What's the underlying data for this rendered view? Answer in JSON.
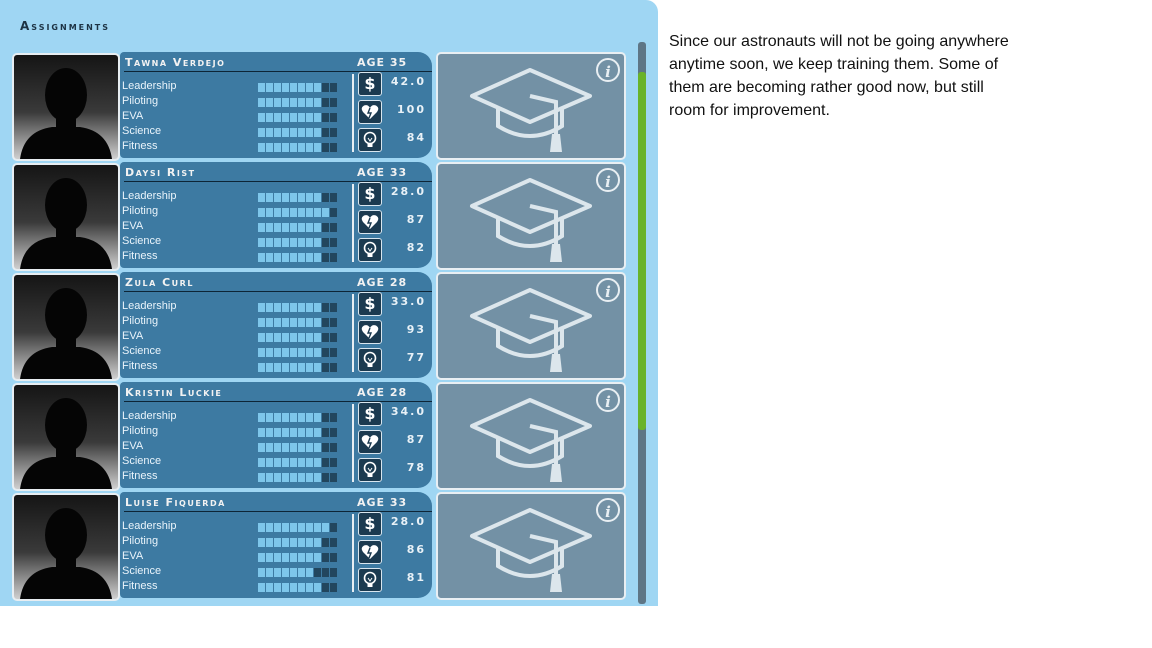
{
  "panel": {
    "title": "Assignments"
  },
  "crew": [
    {
      "name": "Tawna Verdejo",
      "age": "AGE 35",
      "skills": [
        {
          "label": "Leadership",
          "value": 8
        },
        {
          "label": "Piloting",
          "value": 8
        },
        {
          "label": "EVA",
          "value": 8
        },
        {
          "label": "Science",
          "value": 8
        },
        {
          "label": "Fitness",
          "value": 8
        }
      ],
      "salary": "42.0",
      "health": "100",
      "creativity": "84"
    },
    {
      "name": "Daysi Rist",
      "age": "AGE 33",
      "skills": [
        {
          "label": "Leadership",
          "value": 8
        },
        {
          "label": "Piloting",
          "value": 9
        },
        {
          "label": "EVA",
          "value": 8
        },
        {
          "label": "Science",
          "value": 8
        },
        {
          "label": "Fitness",
          "value": 8
        }
      ],
      "salary": "28.0",
      "health": "87",
      "creativity": "82"
    },
    {
      "name": "Zula Curl",
      "age": "AGE 28",
      "skills": [
        {
          "label": "Leadership",
          "value": 8
        },
        {
          "label": "Piloting",
          "value": 8
        },
        {
          "label": "EVA",
          "value": 8
        },
        {
          "label": "Science",
          "value": 8
        },
        {
          "label": "Fitness",
          "value": 8
        }
      ],
      "salary": "33.0",
      "health": "93",
      "creativity": "77"
    },
    {
      "name": "Kristin Luckie",
      "age": "AGE 28",
      "skills": [
        {
          "label": "Leadership",
          "value": 8
        },
        {
          "label": "Piloting",
          "value": 8
        },
        {
          "label": "EVA",
          "value": 8
        },
        {
          "label": "Science",
          "value": 8
        },
        {
          "label": "Fitness",
          "value": 8
        }
      ],
      "salary": "34.0",
      "health": "87",
      "creativity": "78"
    },
    {
      "name": "Luise Fiquerda",
      "age": "AGE 33",
      "skills": [
        {
          "label": "Leadership",
          "value": 9
        },
        {
          "label": "Piloting",
          "value": 8
        },
        {
          "label": "EVA",
          "value": 8
        },
        {
          "label": "Science",
          "value": 7
        },
        {
          "label": "Fitness",
          "value": 8
        }
      ],
      "salary": "28.0",
      "health": "86",
      "creativity": "81"
    }
  ],
  "skill_max": 10,
  "icons": {
    "salary": "dollar-icon",
    "health": "heart-icon",
    "creativity": "lightbulb-icon",
    "assignment": "graduation-cap-icon",
    "info": "info-icon",
    "portrait": "silhouette-icon"
  },
  "colors": {
    "panel_bg": "#9fd6f3",
    "card_bg": "#3d7aa2",
    "bar_on": "#7ec6ea",
    "bar_off": "#22465e",
    "scroll_thumb": "#69b32a",
    "assignment_bg": "#7391a5"
  },
  "note": "Since our astronauts will not be going anywhere anytime soon, we keep training them. Some of them are becoming rather good now, but still room for improvement."
}
